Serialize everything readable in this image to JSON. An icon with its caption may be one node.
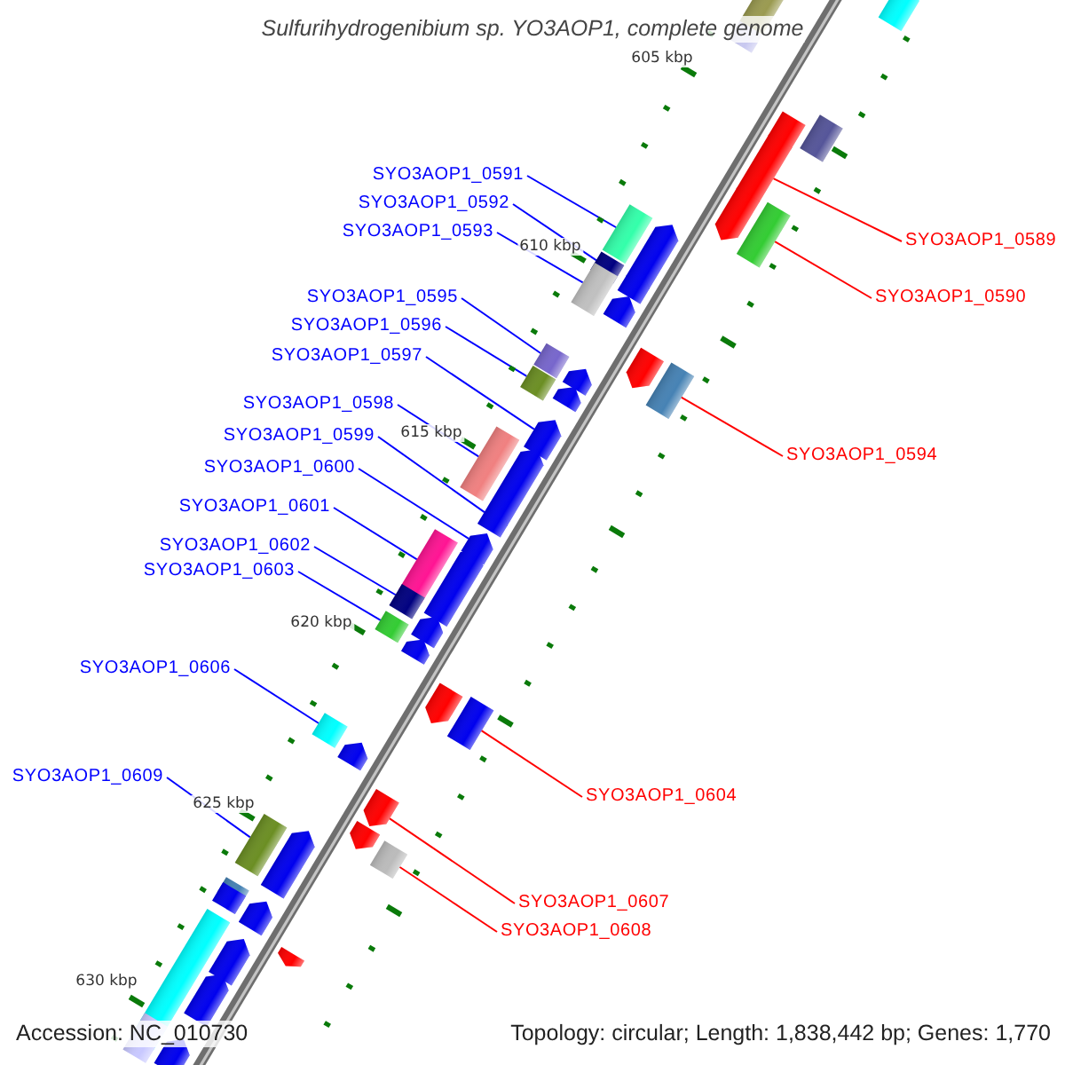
{
  "diagram": {
    "title": "Sulfurihydrogenibium sp. YO3AOP1, complete genome",
    "nodes": [
      {
        "text": [
          "SYO3AOP1_0591"
        ]
      },
      {
        "text": [
          "SYO3AOP1_0592"
        ]
      },
      {
        "text": [
          "SYO3AOP1_0593"
        ]
      },
      {
        "text": [
          "SYO3AOP1_0589"
        ]
      },
      {
        "text": [
          "SYO3AOP1_0595"
        ]
      },
      {
        "text": [
          "SYO3AOP1_0590"
        ]
      },
      {
        "text": [
          "SYO3AOP1_0596"
        ]
      },
      {
        "text": [
          "SYO3AOP1_0597"
        ]
      },
      {
        "text": [
          "SYO3AOP1_0598"
        ]
      },
      {
        "text": [
          "SYO3AOP1_0599"
        ]
      },
      {
        "text": [
          "SYO3AOP1_0594"
        ]
      },
      {
        "text": [
          "SYO3AOP1_0600"
        ]
      },
      {
        "text": [
          "SYO3AOP1_0601"
        ]
      },
      {
        "text": [
          "SYO3AOP1_0602"
        ]
      },
      {
        "text": [
          "SYO3AOP1_0603"
        ]
      },
      {
        "text": [
          "SYO3AOP1_0606"
        ]
      },
      {
        "text": [
          "SYO3AOP1_0609"
        ]
      },
      {
        "text": [
          "SYO3AOP1_0604"
        ]
      },
      {
        "text": [
          "SYO3AOP1_0607"
        ]
      },
      {
        "text": [
          "SYO3AOP1_0608"
        ]
      },
      {
        "text": [],
        "shape": "box"
      },
      {
        "text": [],
        "shape": "box"
      },
      {
        "text": [],
        "shape": "box"
      },
      {
        "text": [],
        "shape": "arrow"
      },
      {
        "text": [],
        "shape": "box"
      },
      {
        "text": [],
        "shape": "arrow"
      },
      {
        "text": [],
        "shape": "arrow"
      },
      {
        "text": [],
        "shape": "box"
      },
      {
        "text": [],
        "shape": "box"
      },
      {
        "text": [],
        "shape": "arrow"
      },
      {
        "text": [],
        "shape": "box"
      },
      {
        "text": [],
        "shape": "arrow"
      },
      {
        "text": [],
        "shape": "box"
      },
      {
        "text": [],
        "shape": "arrow"
      },
      {
        "text": [],
        "shape": "box"
      },
      {
        "text": [],
        "shape": "arrow"
      },
      {
        "text": [],
        "shape": "arrow"
      },
      {
        "text": [],
        "shape": "box"
      },
      {
        "text": [],
        "shape": "box"
      },
      {
        "text": [],
        "shape": "arrow"
      },
      {
        "text": [],
        "shape": "arrow"
      },
      {
        "text": [],
        "shape": "box"
      },
      {
        "text": [],
        "shape": "arrow"
      },
      {
        "text": [],
        "shape": "arrow"
      },
      {
        "text": [],
        "shape": "arrow"
      },
      {
        "text": [],
        "shape": "box"
      },
      {
        "text": [],
        "shape": "arrow"
      },
      {
        "text": [],
        "shape": "box"
      },
      {
        "text": [],
        "shape": "arrow"
      },
      {
        "text": [],
        "shape": "box"
      },
      {
        "text": [],
        "shape": "arrow"
      },
      {
        "text": [],
        "shape": "arrow"
      },
      {
        "text": [],
        "shape": "box"
      },
      {
        "text": [],
        "shape": "box"
      },
      {
        "text": [],
        "shape": "arrow"
      },
      {
        "text": [],
        "shape": "arrow"
      },
      {
        "text": [],
        "shape": "arrow"
      },
      {
        "text": [],
        "shape": "box"
      },
      {
        "text": [],
        "shape": "box"
      },
      {
        "text": [],
        "shape": "arrow"
      },
      {
        "text": [],
        "shape": "box"
      },
      {
        "text": [],
        "shape": "box"
      },
      {
        "text": [],
        "shape": "arrow"
      },
      {
        "text": [],
        "shape": "arrow"
      },
      {
        "text": [],
        "shape": "arrow"
      },
      {
        "text": [],
        "shape": "box"
      },
      {
        "text": [],
        "shape": "arrow"
      },
      {
        "text": [],
        "shape": "box"
      },
      {
        "text": [],
        "shape": "arrow"
      }
    ],
    "edges": [
      {
        "from": 0,
        "to": 27,
        "arrow": "none"
      },
      {
        "from": 1,
        "to": 30,
        "arrow": "none"
      },
      {
        "from": 2,
        "to": 32,
        "arrow": "none"
      },
      {
        "from": 3,
        "to": 25,
        "arrow": "none",
        "color": "#ff0000"
      },
      {
        "from": 4,
        "to": 34,
        "arrow": "none"
      },
      {
        "from": 5,
        "to": 28,
        "arrow": "none",
        "color": "#ff0000"
      },
      {
        "from": 6,
        "to": 37,
        "arrow": "none"
      },
      {
        "from": 7,
        "to": 40,
        "arrow": "none"
      },
      {
        "from": 8,
        "to": 41,
        "arrow": "none"
      },
      {
        "from": 9,
        "to": 43,
        "arrow": "none"
      },
      {
        "from": 10,
        "to": 38,
        "arrow": "none",
        "color": "#ff0000"
      },
      {
        "from": 11,
        "to": 44,
        "arrow": "none"
      },
      {
        "from": 12,
        "to": 45,
        "arrow": "none"
      },
      {
        "from": 13,
        "to": 47,
        "arrow": "none"
      },
      {
        "from": 14,
        "to": 49,
        "arrow": "none"
      },
      {
        "from": 15,
        "to": 53,
        "arrow": "none"
      },
      {
        "from": 16,
        "to": 57,
        "arrow": "none"
      },
      {
        "from": 17,
        "to": 52,
        "arrow": "none",
        "color": "#ff0000"
      },
      {
        "from": 18,
        "to": 55,
        "arrow": "none",
        "color": "#ff0000"
      },
      {
        "from": 19,
        "to": 58,
        "arrow": "none",
        "color": "#ff0000"
      }
    ],
    "labels": [
      "605 kbp",
      "610 kbp",
      "615 kbp",
      "620 kbp",
      "625 kbp",
      "630 kbp",
      "Accession: NC_010730",
      "Topology: circular; Length: 1,838,442 bp; Genes: 1,770"
    ]
  }
}
